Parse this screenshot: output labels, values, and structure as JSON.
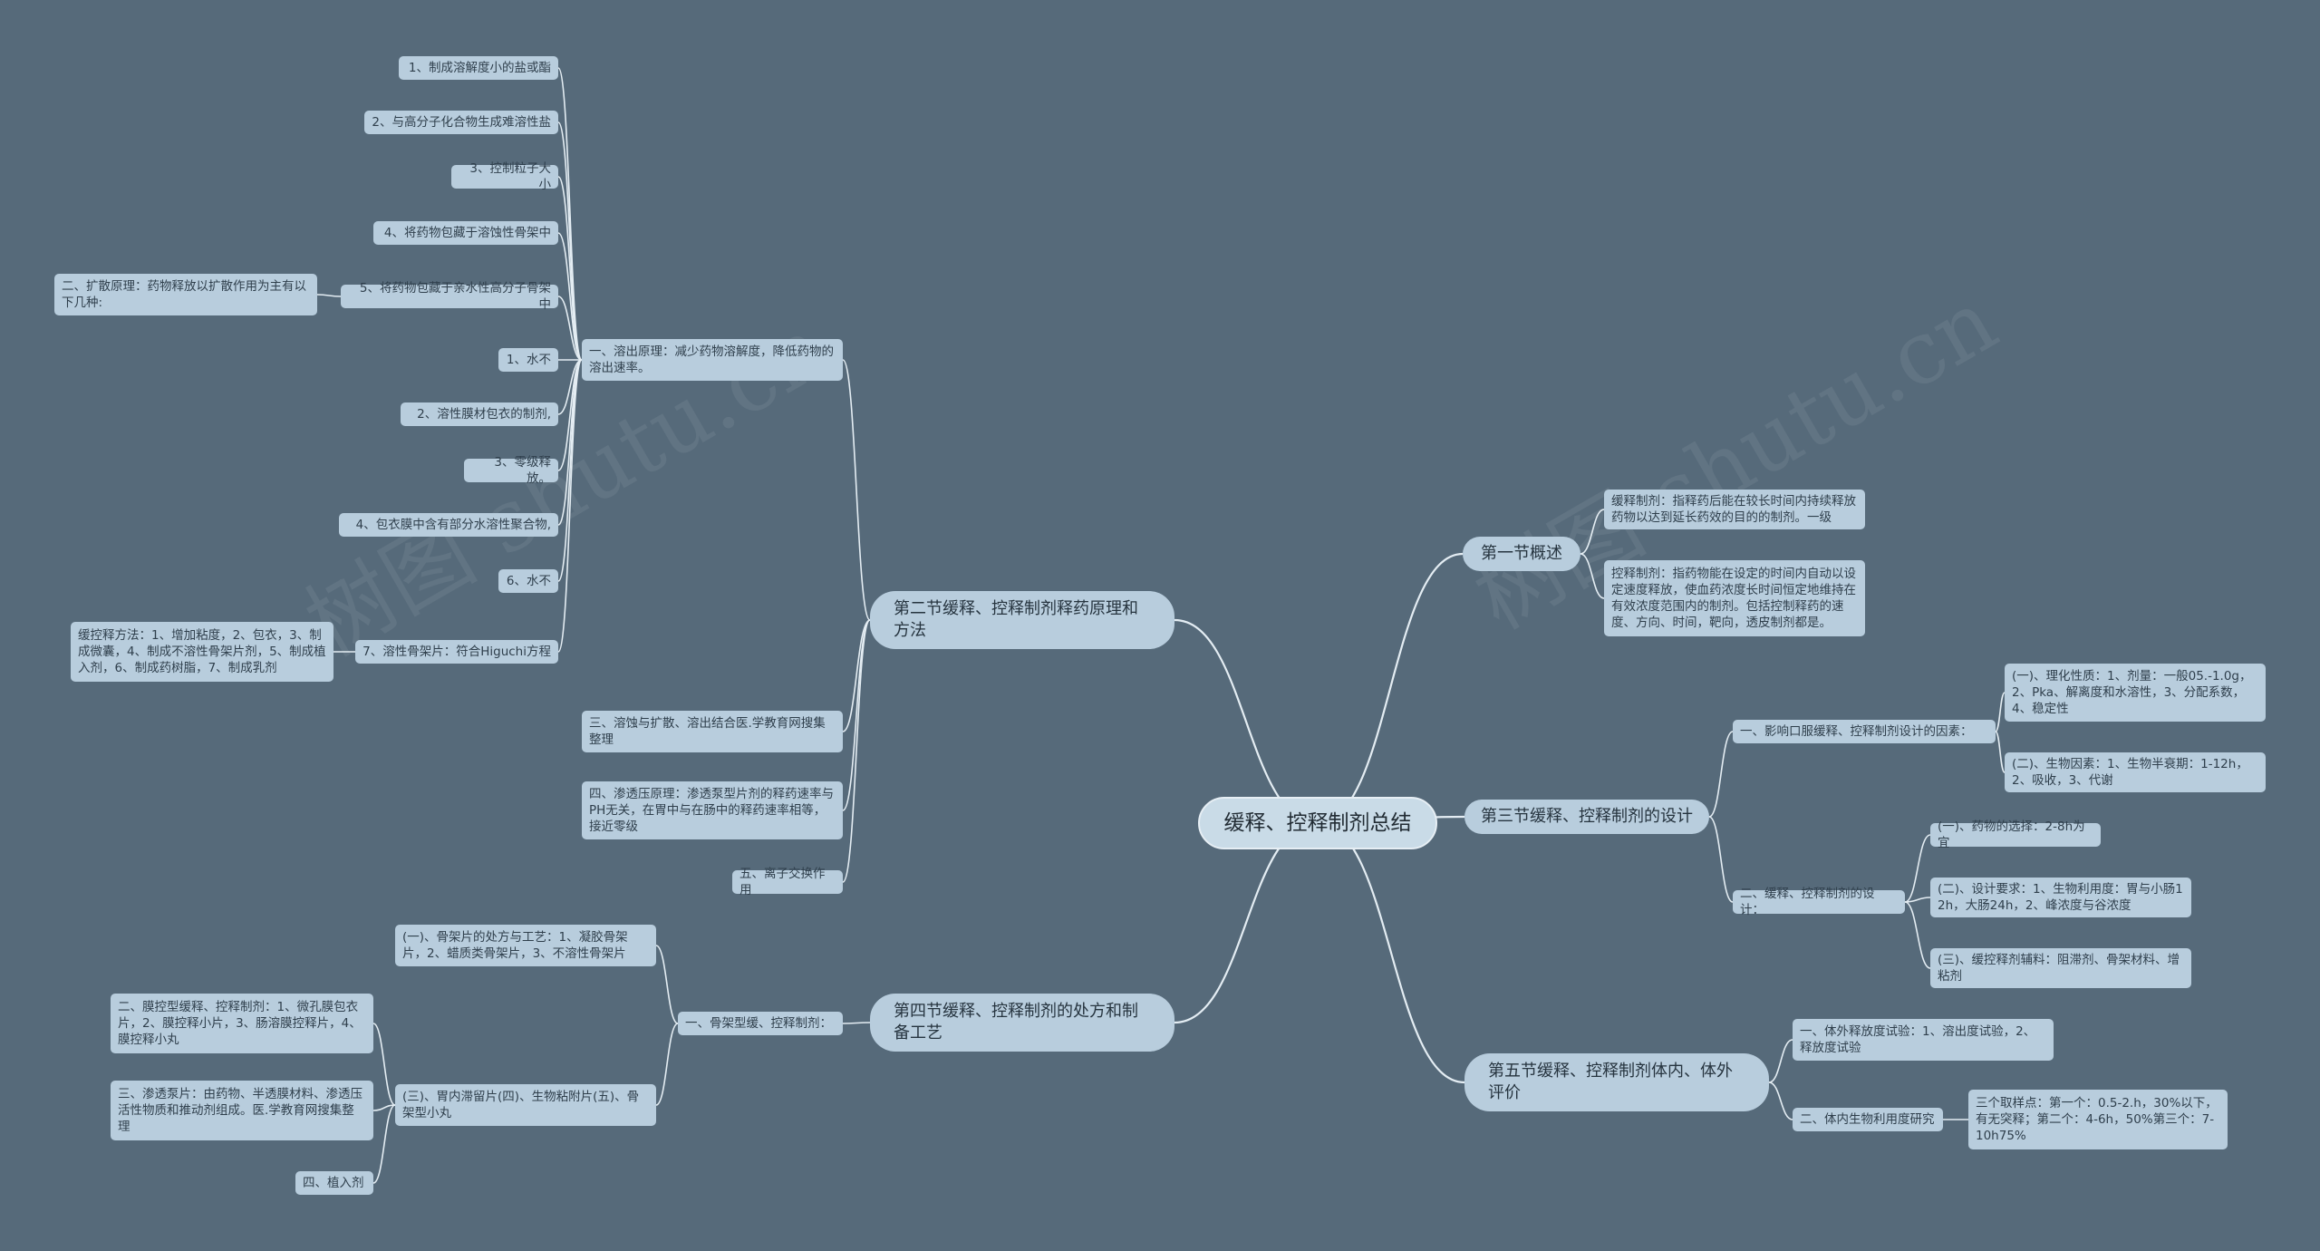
{
  "colors": {
    "background": "#566a7a",
    "node": "#b8cddd",
    "line": "#e4edf3",
    "text": "#2f3f4c"
  },
  "root": "缓释、控释制剂总结",
  "watermark": "树图 shutu.cn",
  "sections": {
    "s1": {
      "label": "第一节概述",
      "c1": "缓释制剂：指释药后能在较长时间内持续释放药物以达到延长药效的目的的制剂。一级",
      "c2": "控释制剂：指药物能在设定的时间内自动以设定速度释放，使血药浓度长时间恒定地维持在有效浓度范围内的制剂。包括控制释药的速度、方向、时间，靶向，透皮制剂都是。"
    },
    "s2": {
      "label": "第二节缓释、控释制剂释药原理和方法",
      "dissolution": "一、溶出原理：减少药物溶解度，降低药物的溶出速率。",
      "d1": "1、制成溶解度小的盐或酯",
      "d2": "2、与高分子化合物生成难溶性盐",
      "d3": "3、控制粒子大小",
      "d4": "4、将药物包藏于溶蚀性骨架中",
      "d5": "5、将药物包藏于亲水性高分子骨架中",
      "diffusion": "二、扩散原理：药物释放以扩散作用为主有以下几种:",
      "d6": "1、水不",
      "d7": "2、溶性膜材包衣的制剂,",
      "d8": "3、零级释放。",
      "d9": "4、包衣膜中含有部分水溶性聚合物,",
      "d10": "6、水不",
      "d11": "7、溶性骨架片：符合Higuchi方程",
      "method": "缓控释方法：1、增加粘度，2、包衣，3、制成微囊，4、制成不溶性骨架片剂，5、制成植入剂，6、制成药树脂，7、制成乳剂",
      "c3": "三、溶蚀与扩散、溶出结合医.学教育网搜集整理",
      "c4": "四、渗透压原理：渗透泵型片剂的释药速率与PH无关，在胃中与在肠中的释药速率相等，接近零级",
      "c5": "五、离子交换作用"
    },
    "s3": {
      "label": "第三节缓释、控释制剂的设计",
      "f": "一、影响口服缓释、控释制剂设计的因素：",
      "f1": "(一)、理化性质：1、剂量：一般05.-1.0g，2、Pka、解离度和水溶性，3、分配系数，4、稳定性",
      "f2": "(二)、生物因素：1、生物半衰期：1-12h，2、吸收，3、代谢",
      "g": "二、缓释、控释制剂的设计：",
      "g1": "(一)、药物的选择：2-8h为宜",
      "g2": "(二)、设计要求：1、生物利用度：胃与小肠12h，大肠24h，2、峰浓度与谷浓度",
      "g3": "(三)、缓控释剂辅料：阻滞剂、骨架材料、增粘剂"
    },
    "s4": {
      "label": "第四节缓释、控释制剂的处方和制备工艺",
      "a": "一、骨架型缓、控释制剂：",
      "a1": "(一)、骨架片的处方与工艺：1、凝胶骨架片，2、蜡质类骨架片，3、不溶性骨架片",
      "a2": "(三)、胃内滞留片(四)、生物粘附片(五)、骨架型小丸",
      "b1": "二、膜控型缓释、控释制剂：1、微孔膜包衣片，2、膜控释小片，3、肠溶膜控释片，4、膜控释小丸",
      "b2": "三、渗透泵片：由药物、半透膜材料、渗透压活性物质和推动剂组成。医.学教育网搜集整理",
      "b3": "四、植入剂"
    },
    "s5": {
      "label": "第五节缓释、控释制剂体内、体外评价",
      "e1": "一、体外释放度试验：1、溶出度试验，2、释放度试验",
      "e2": "二、体内生物利用度研究",
      "e2a": "三个取样点：第一个：0.5-2.h，30%以下，有无突释；第二个：4-6h，50%第三个：7-10h75%"
    }
  }
}
